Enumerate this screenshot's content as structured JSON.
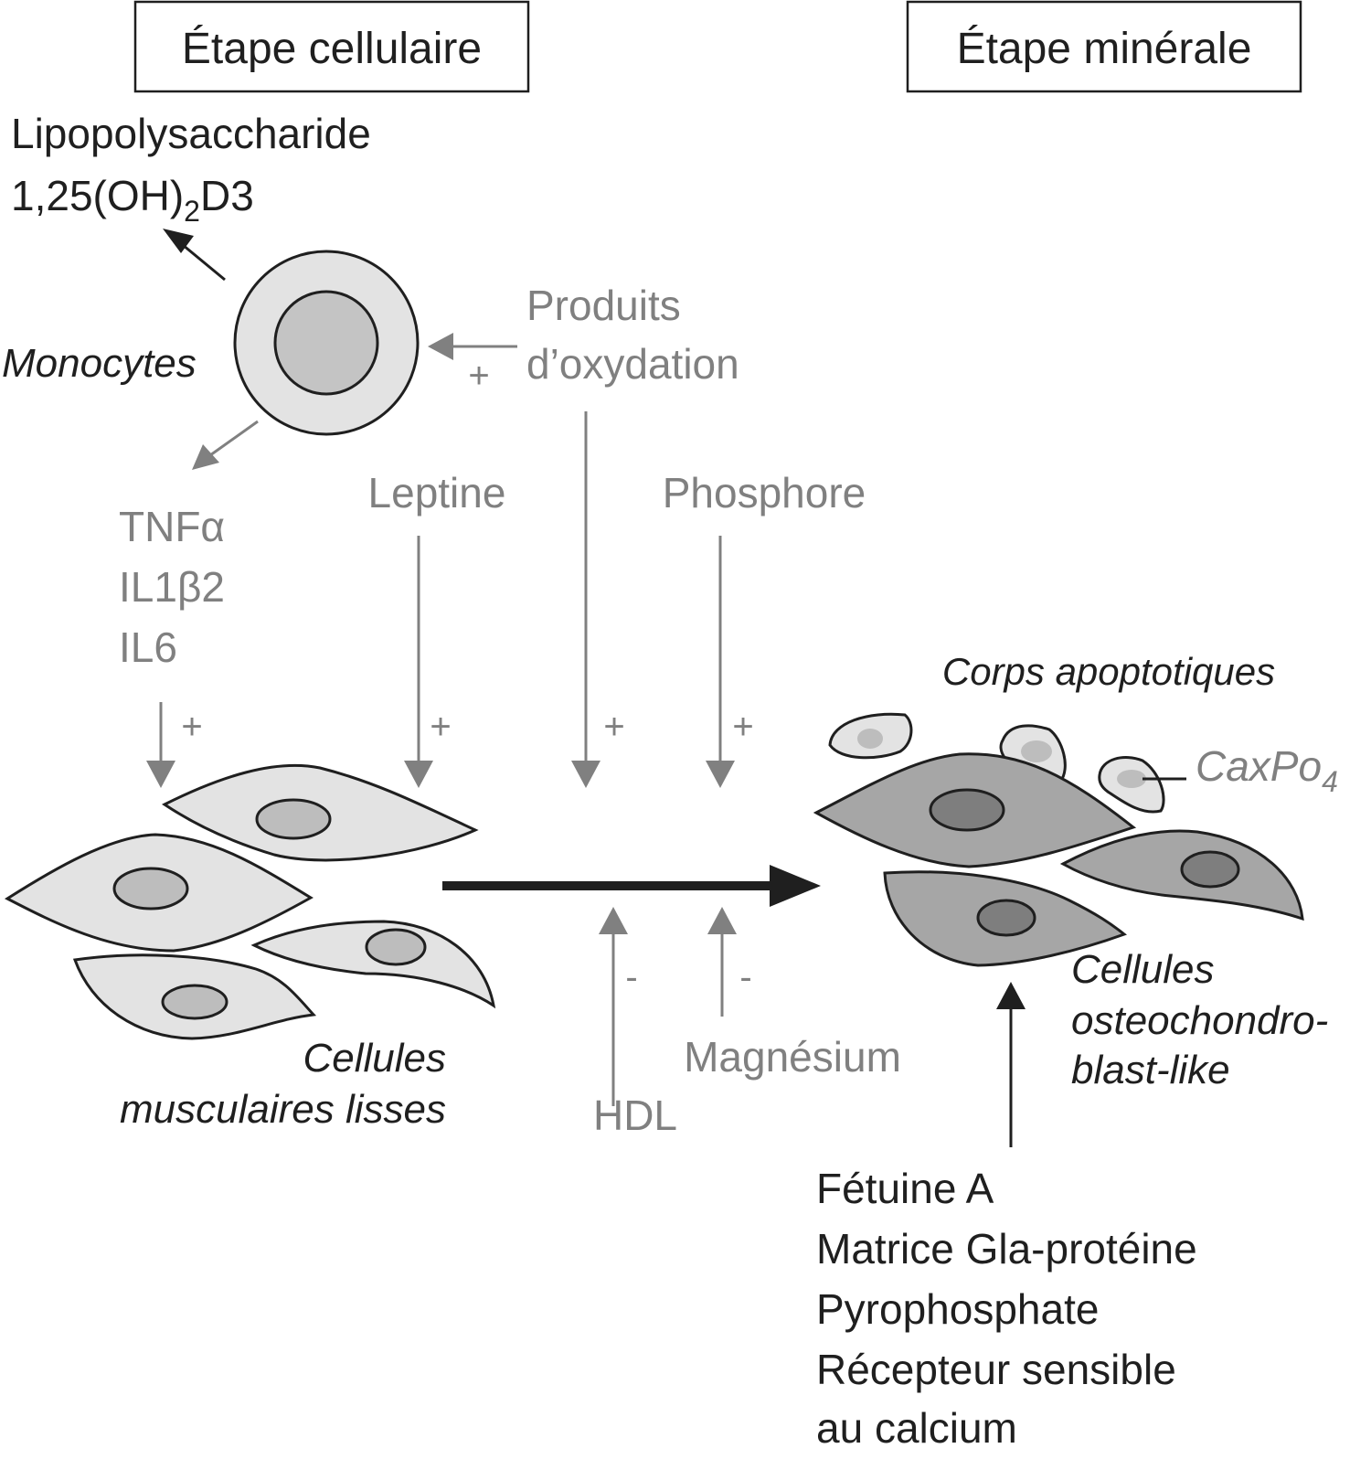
{
  "headers": {
    "cellular_stage": "Étape cellulaire",
    "mineral_stage": "Étape minérale"
  },
  "monocyte_outputs": {
    "line1": "Lipopolysaccharide",
    "line2_prefix": "1,25(OH)",
    "line2_sub": "2",
    "line2_suffix": "D3"
  },
  "monocytes_label": "Monocytes",
  "oxidation": {
    "line1": "Produits",
    "line2": "d’oxydation",
    "sign": "+"
  },
  "cytokines": [
    "TNFα",
    "IL1β2",
    "IL6"
  ],
  "cytokines_sign": "+",
  "leptine": {
    "label": "Leptine",
    "sign": "+"
  },
  "oxidation_down_sign": "+",
  "phosphore": {
    "label": "Phosphore",
    "sign": "+"
  },
  "smooth_muscle_label": [
    "Cellules",
    "musculaires lisses"
  ],
  "inhibitors": {
    "hdl": {
      "label": "HDL",
      "sign": "-"
    },
    "magnesium": {
      "label": "Magnésium",
      "sign": "-"
    }
  },
  "apoptotic_label": "Corps apoptotiques",
  "caxpo4": {
    "prefix": "CaxPo",
    "sub": "4"
  },
  "osteo_label": [
    "Cellules",
    "osteochondro-",
    "blast-like"
  ],
  "mineral_inhibitors": [
    "Fétuine A",
    "Matrice Gla-protéine",
    "Pyrophosphate",
    "Récepteur sensible",
    "au calcium"
  ],
  "colors": {
    "dark": "#1f1f1f",
    "grey": "#808080",
    "cell_light": "#e3e3e3",
    "nucleus_light": "#bdbdbd",
    "cell_dark": "#a6a6a6",
    "nucleus_dark": "#7e7e7e"
  }
}
